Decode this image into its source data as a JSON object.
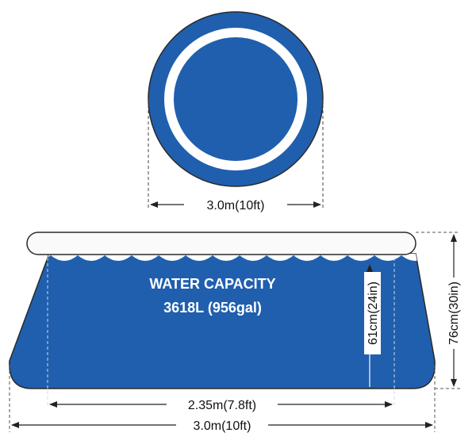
{
  "colors": {
    "pool_blue": "#1f5fae",
    "pool_outline": "#3a3a3a",
    "ring_white": "#ffffff",
    "rim_fill": "#fafafa",
    "line": "#222222",
    "label_text": "#ffffff"
  },
  "top_view": {
    "diameter_label": "3.0m(10ft)"
  },
  "side_view": {
    "capacity_title": "WATER CAPACITY",
    "capacity_value": "3618L (956gal)",
    "water_depth_label": "61cm(24in)",
    "total_height_label": "76cm(30in)",
    "bottom_diameter_label": "2.35m(7.8ft)",
    "top_diameter_label": "3.0m(10ft)"
  },
  "icons": {
    "dimension_arrow": "arrowhead"
  }
}
